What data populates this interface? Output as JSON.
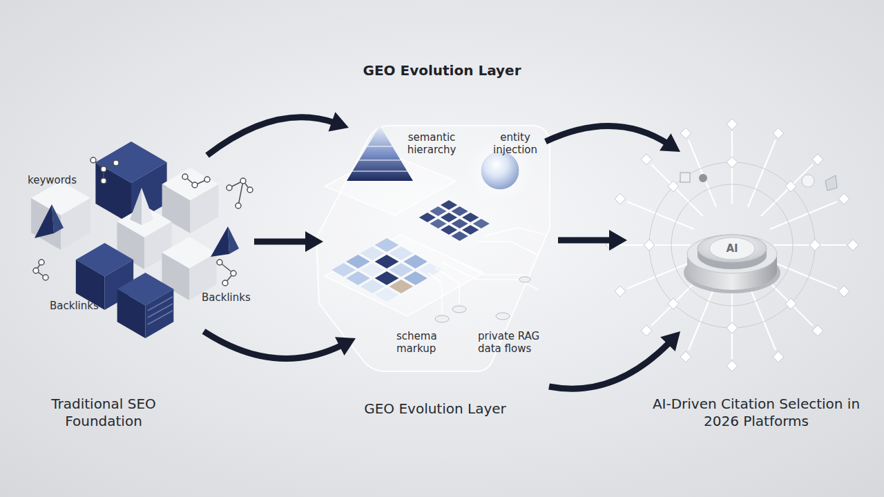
{
  "diagram": {
    "title": "GEO Evolution Layer",
    "nodes": [
      {
        "text": [
          "Traditional SEO Foundation"
        ]
      },
      {
        "text": [
          "GEO Evolution Layer"
        ]
      },
      {
        "text": [
          "AI-Driven Citation Selection in 2026 Platforms"
        ]
      },
      {
        "text": [
          "AI"
        ],
        "in": 2
      }
    ],
    "edges": [
      {
        "from": 0,
        "to": 1,
        "arrow": "to"
      },
      {
        "from": 0,
        "to": 1,
        "arrow": "to"
      },
      {
        "from": 0,
        "to": 1,
        "arrow": "to"
      },
      {
        "from": 1,
        "to": 2,
        "arrow": "to"
      },
      {
        "from": 1,
        "to": 2,
        "arrow": "to"
      },
      {
        "from": 1,
        "to": 2,
        "arrow": "to"
      }
    ],
    "labels": [
      "keywords",
      "Backlinks",
      "Backlinks",
      "semantic hierarchy",
      "entity injection",
      "schema markup",
      "private RAG data flows"
    ]
  }
}
